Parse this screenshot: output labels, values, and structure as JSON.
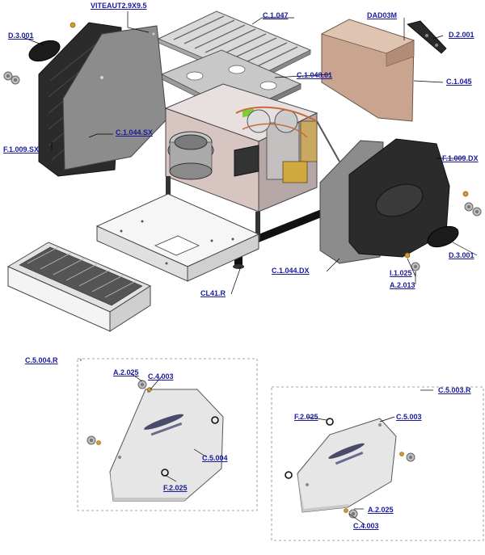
{
  "diagram": {
    "labels": {
      "viteaut": "VITEAUT2.9X9.5",
      "c1047": "C.1.047",
      "dad03m": "DAD03M",
      "d3001_left": "D.3.001",
      "d2001": "D.2.001",
      "c104801": "C.1.048.01",
      "c1045": "C.1.045",
      "c1044sx": "C.1.044.SX",
      "f1009sx": "F.1.009.SX",
      "f1009dx": "F.1.009.DX",
      "d3001_right": "D.3.001",
      "c1044dx": "C.1.044.DX",
      "i1025": "I.1.025",
      "a2013": "A.2.013",
      "cl41r": "CL41.R",
      "c5004r": "C.5.004.R",
      "a2025_left": "A.2.025",
      "c4003_left": "C.4.003",
      "c5004": "C.5.004",
      "f2025_left": "F.2.025",
      "c5003r": "C.5.003.R",
      "f2025_right": "F.2.025",
      "c5003": "C.5.003",
      "a2025_right": "A.2.025",
      "c4003_right": "C.4.003"
    },
    "colors": {
      "label_text": "#1a1a9c",
      "leader_line": "#000000",
      "dark_panel": "#2b2b2b",
      "grey_panel": "#8a8a8a",
      "copper_panel": "#c9a48e",
      "glass_panel": "#e6e6e6"
    }
  }
}
